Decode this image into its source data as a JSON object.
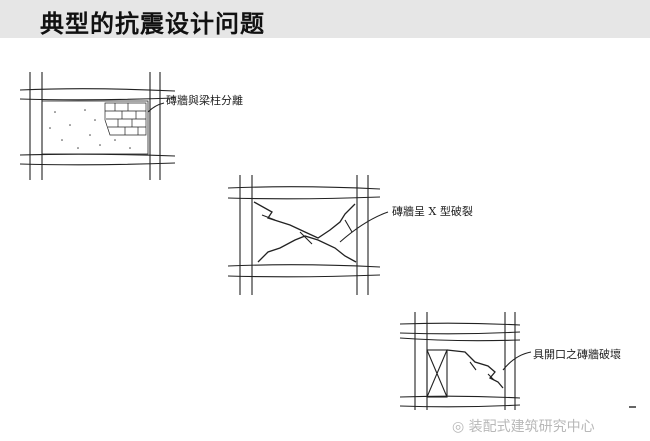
{
  "header": {
    "title": "典型的抗震设计问题"
  },
  "figures": [
    {
      "label": "磚牆與梁柱分離"
    },
    {
      "label": "磚牆呈 X 型破裂"
    },
    {
      "label": "具開口之磚牆破壞"
    }
  ],
  "watermark": {
    "icon": "wechat-icon",
    "text": "装配式建筑研究中心"
  }
}
